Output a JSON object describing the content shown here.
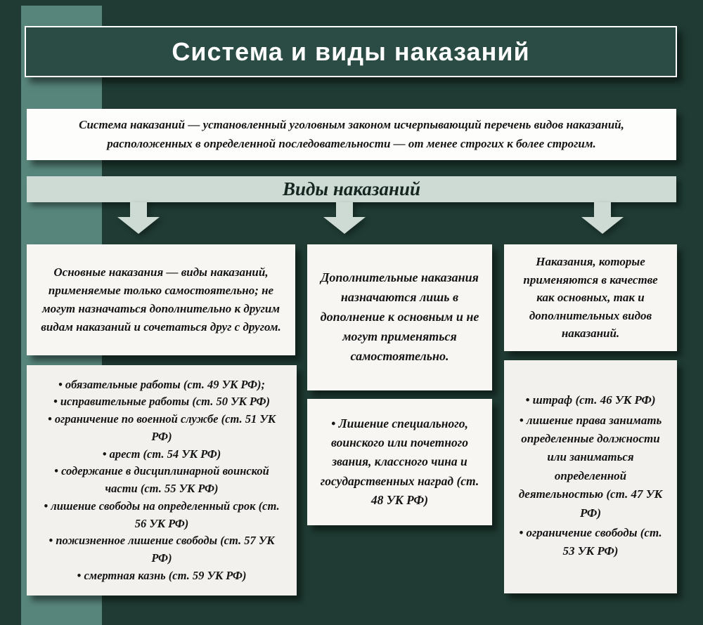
{
  "page": {
    "title": "Система и виды наказаний",
    "definition": "Система наказаний — установленный уголовным законом исчерпывающий перечень видов наказаний, расположенных в определенной последовательности — от менее строгих к более строгим.",
    "banner": "Виды наказаний"
  },
  "columns": [
    {
      "header": "Основные наказания — виды наказаний, применяемые только самостоятельно; не могут назначаться дополнительно к другим видам наказаний и сочетаться друг с другом.",
      "items": [
        "обязательные работы (ст. 49 УК РФ);",
        "исправительные работы (ст. 50 УК РФ)",
        "ограничение по военной службе (ст. 51 УК РФ)",
        "арест (ст. 54 УК РФ)",
        "содержание в дисциплинарной воинской части (ст. 55 УК РФ)",
        "лишение свободы на определенный срок (ст. 56 УК РФ)",
        "пожизненное лишение свободы (ст. 57 УК РФ)",
        "смертная казнь (ст. 59 УК РФ)"
      ]
    },
    {
      "header": "Дополнительные наказания назначаются лишь в дополнение к основным и не могут применяться самостоятельно.",
      "items": [
        "Лишение специального, воинского или почетного звания, классного чина и государственных наград (ст. 48 УК РФ)"
      ]
    },
    {
      "header": "Наказания, которые применяются в качестве как основных, так и дополнительных видов наказаний.",
      "items": [
        "штраф (ст. 46 УК РФ)",
        "лишение права занимать определенные должности или заниматься определенной деятельностью (ст. 47 УК РФ)",
        "ограничение свободы (ст. 53 УК РФ)"
      ]
    }
  ],
  "colors": {
    "background": "#1f3b33",
    "stripe": "#57857b",
    "title_box": "#2a4c44",
    "banner": "#cddbd4",
    "box": "#f7f6f3",
    "box_alt": "#f2f1ee",
    "text_dark": "#141414",
    "title_text": "#ffffff"
  }
}
